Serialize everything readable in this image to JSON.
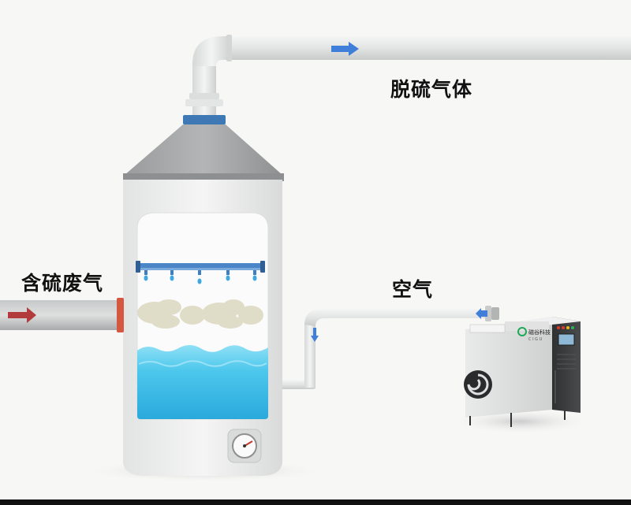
{
  "labels": {
    "desulfurized_gas": "脱硫气体",
    "sulfur_exhaust": "含硫废气",
    "air": "空气"
  },
  "device": {
    "brand": "磁谷科技",
    "brand_sub": "C I G U"
  },
  "colors": {
    "pipe": "#e9eaea",
    "tower": "#ececec",
    "hood": "#a5a6a7",
    "water": "#47c6ea",
    "arrow_in": "#b23b3d",
    "arrow_flow": "#3f7fd9",
    "flange": "#d5573f",
    "device_body": "#3a3b3d",
    "brand_green": "#1fa85a"
  }
}
